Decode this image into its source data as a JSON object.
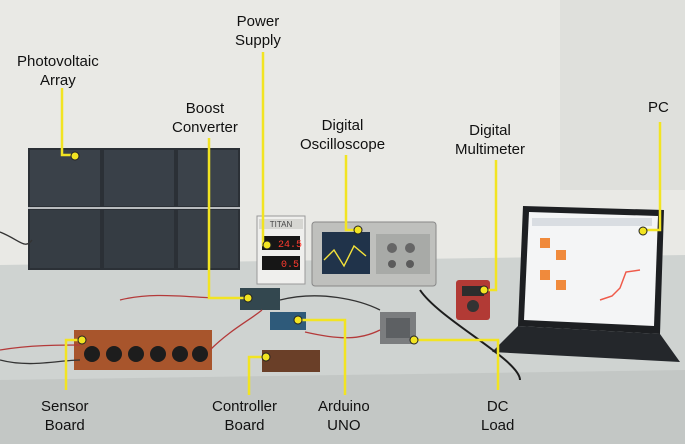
{
  "labels": {
    "pv": [
      "Photovoltaic",
      "Array"
    ],
    "power": [
      "Power",
      "Supply"
    ],
    "boost": [
      "Boost",
      "Converter"
    ],
    "osc": [
      "Digital",
      "Oscilloscope"
    ],
    "dmm": [
      "Digital",
      "Multimeter"
    ],
    "pc": [
      "PC"
    ],
    "sensor": [
      "Sensor",
      "Board"
    ],
    "controller": [
      "Controller",
      "Board"
    ],
    "arduino": [
      "Arduino",
      "UNO"
    ],
    "load": [
      "DC",
      "Load"
    ]
  },
  "devices": {
    "psu_brand": "TITAN",
    "psu_readout_top": "24.5",
    "psu_readout_bottom": "0.5"
  },
  "colors": {
    "callout": "#f2e422",
    "callout_stroke": "#222222",
    "wall": "#e8e8e4",
    "table": "#cfd2d0"
  }
}
